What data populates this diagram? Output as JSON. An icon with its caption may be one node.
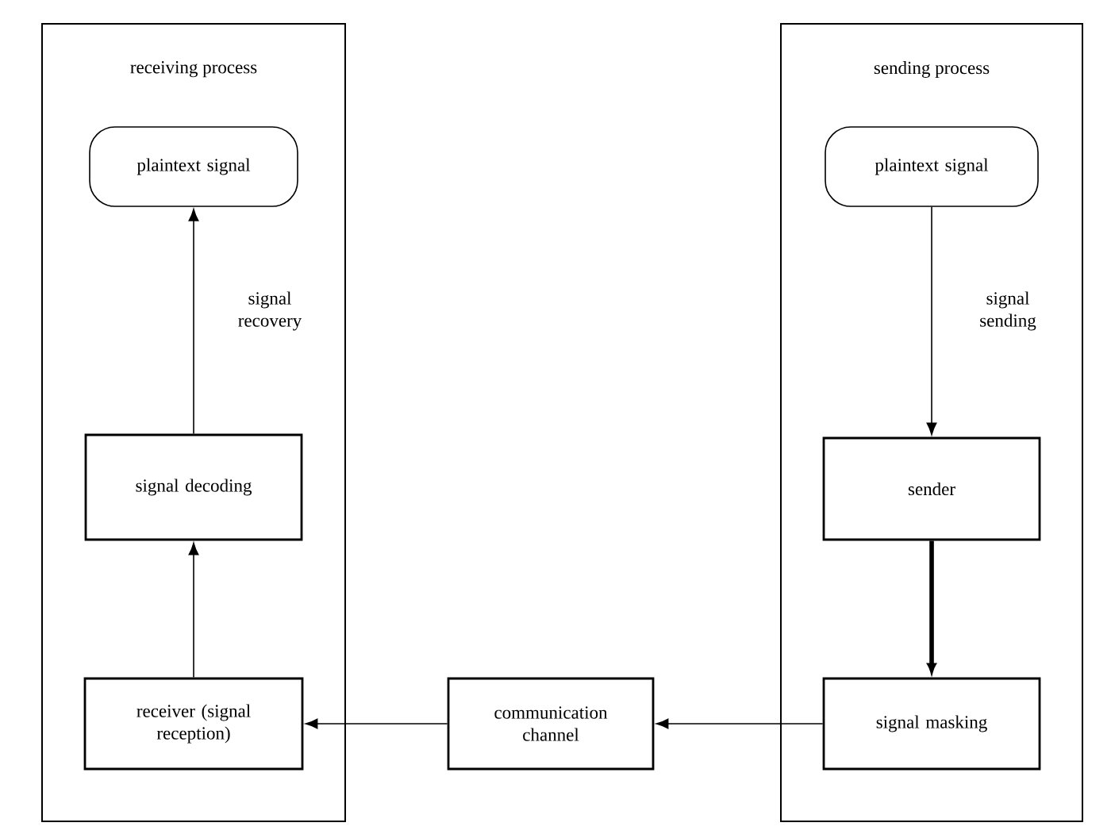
{
  "diagram": {
    "nodes": [
      {
        "text": [
          "receiving process"
        ]
      },
      {
        "text": [
          "plaintext signal"
        ],
        "in": 0
      },
      {
        "text": [
          "signal decoding"
        ],
        "in": 0
      },
      {
        "text": [
          "receiver (signal reception)"
        ],
        "in": 0
      },
      {
        "text": [
          "communication channel"
        ]
      },
      {
        "text": [
          "sending process"
        ]
      },
      {
        "text": [
          "plaintext signal"
        ],
        "in": 5
      },
      {
        "text": [
          "sender"
        ],
        "in": 5
      },
      {
        "text": [
          "signal masking"
        ],
        "in": 5
      }
    ],
    "edges": [
      {
        "from": 6,
        "to": 7,
        "arrow": "to",
        "label": "signal sending"
      },
      {
        "from": 7,
        "to": 8,
        "arrow": "to",
        "style": "thick"
      },
      {
        "from": 8,
        "to": 4,
        "arrow": "to"
      },
      {
        "from": 4,
        "to": 3,
        "arrow": "to"
      },
      {
        "from": 3,
        "to": 2,
        "arrow": "to"
      },
      {
        "from": 2,
        "to": 1,
        "arrow": "to",
        "label": "signal recovery"
      }
    ]
  }
}
